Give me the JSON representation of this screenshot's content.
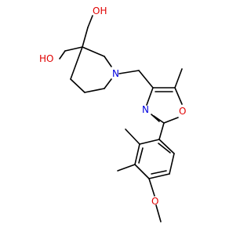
{
  "molecule": {
    "atoms": {
      "oh_top": "OH",
      "oh_left": "HO",
      "n_piperidine": "N",
      "n_oxazole": "N",
      "o_oxazole": "O",
      "o_methoxy": "O"
    },
    "colors": {
      "carbon": "#000000",
      "oxygen": "#e00000",
      "nitrogen": "#0000e0",
      "background": "#ffffff"
    }
  }
}
